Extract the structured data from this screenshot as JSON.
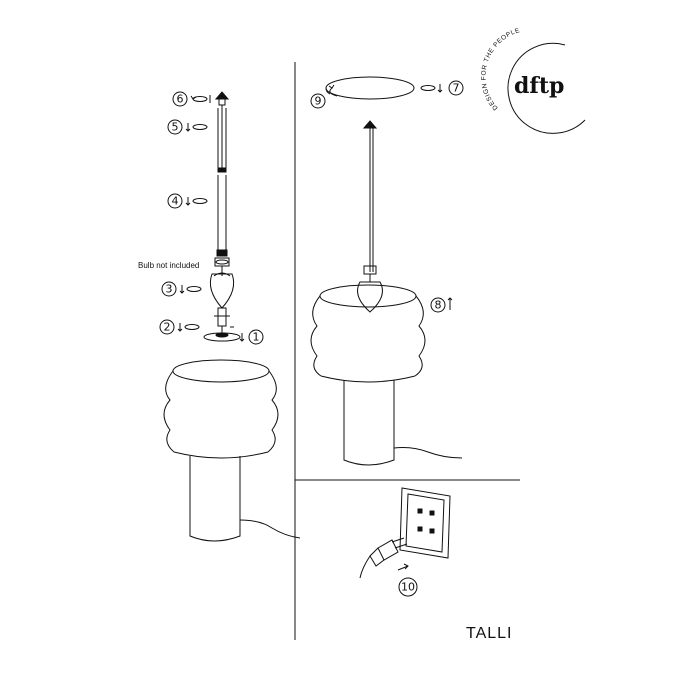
{
  "brand": {
    "logo_text": "dftp",
    "tagline": "DESIGN FOR THE PEOPLE"
  },
  "notes": {
    "bulb": "Bulb not included"
  },
  "product": {
    "name": "TALLI"
  },
  "steps": [
    "1",
    "2",
    "3",
    "4",
    "5",
    "6",
    "7",
    "8",
    "9",
    "10"
  ],
  "colors": {
    "line": "#111111",
    "background": "#ffffff"
  }
}
